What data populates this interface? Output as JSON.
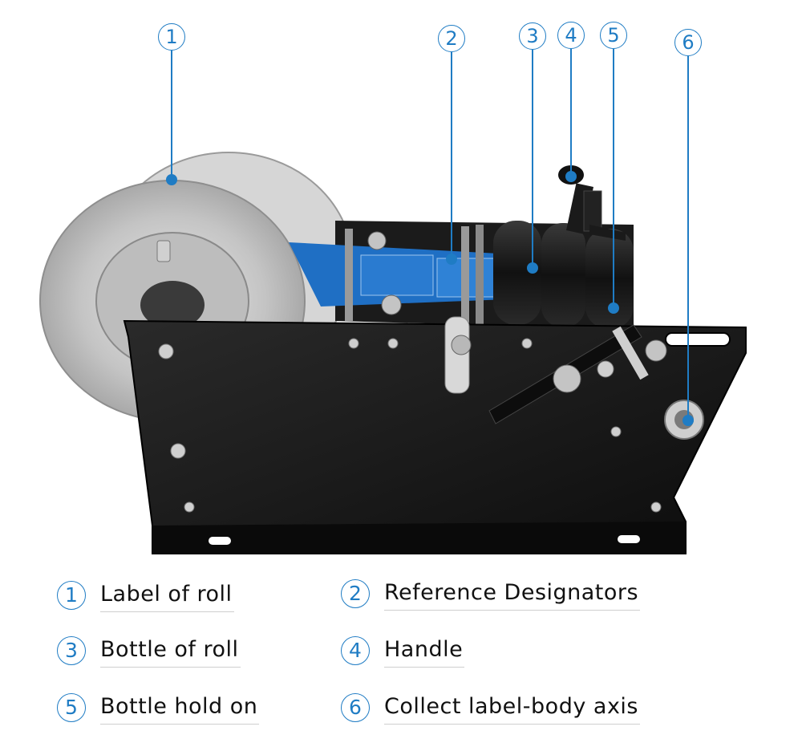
{
  "callouts": [
    {
      "num": "1"
    },
    {
      "num": "2"
    },
    {
      "num": "3"
    },
    {
      "num": "4"
    },
    {
      "num": "5"
    },
    {
      "num": "6"
    }
  ],
  "legend": [
    {
      "num": "1",
      "label": "Label of roll"
    },
    {
      "num": "2",
      "label": "Reference Designators"
    },
    {
      "num": "3",
      "label": "Bottle of roll"
    },
    {
      "num": "4",
      "label": "Handle"
    },
    {
      "num": "5",
      "label": "Bottle hold on"
    },
    {
      "num": "6",
      "label": "Collect label-body axis"
    }
  ],
  "colors": {
    "accent": "#1f7cc4",
    "machine_body": "#141414",
    "roll_disk": "#c9c9c9",
    "label_tape": "#1f6fc4"
  }
}
